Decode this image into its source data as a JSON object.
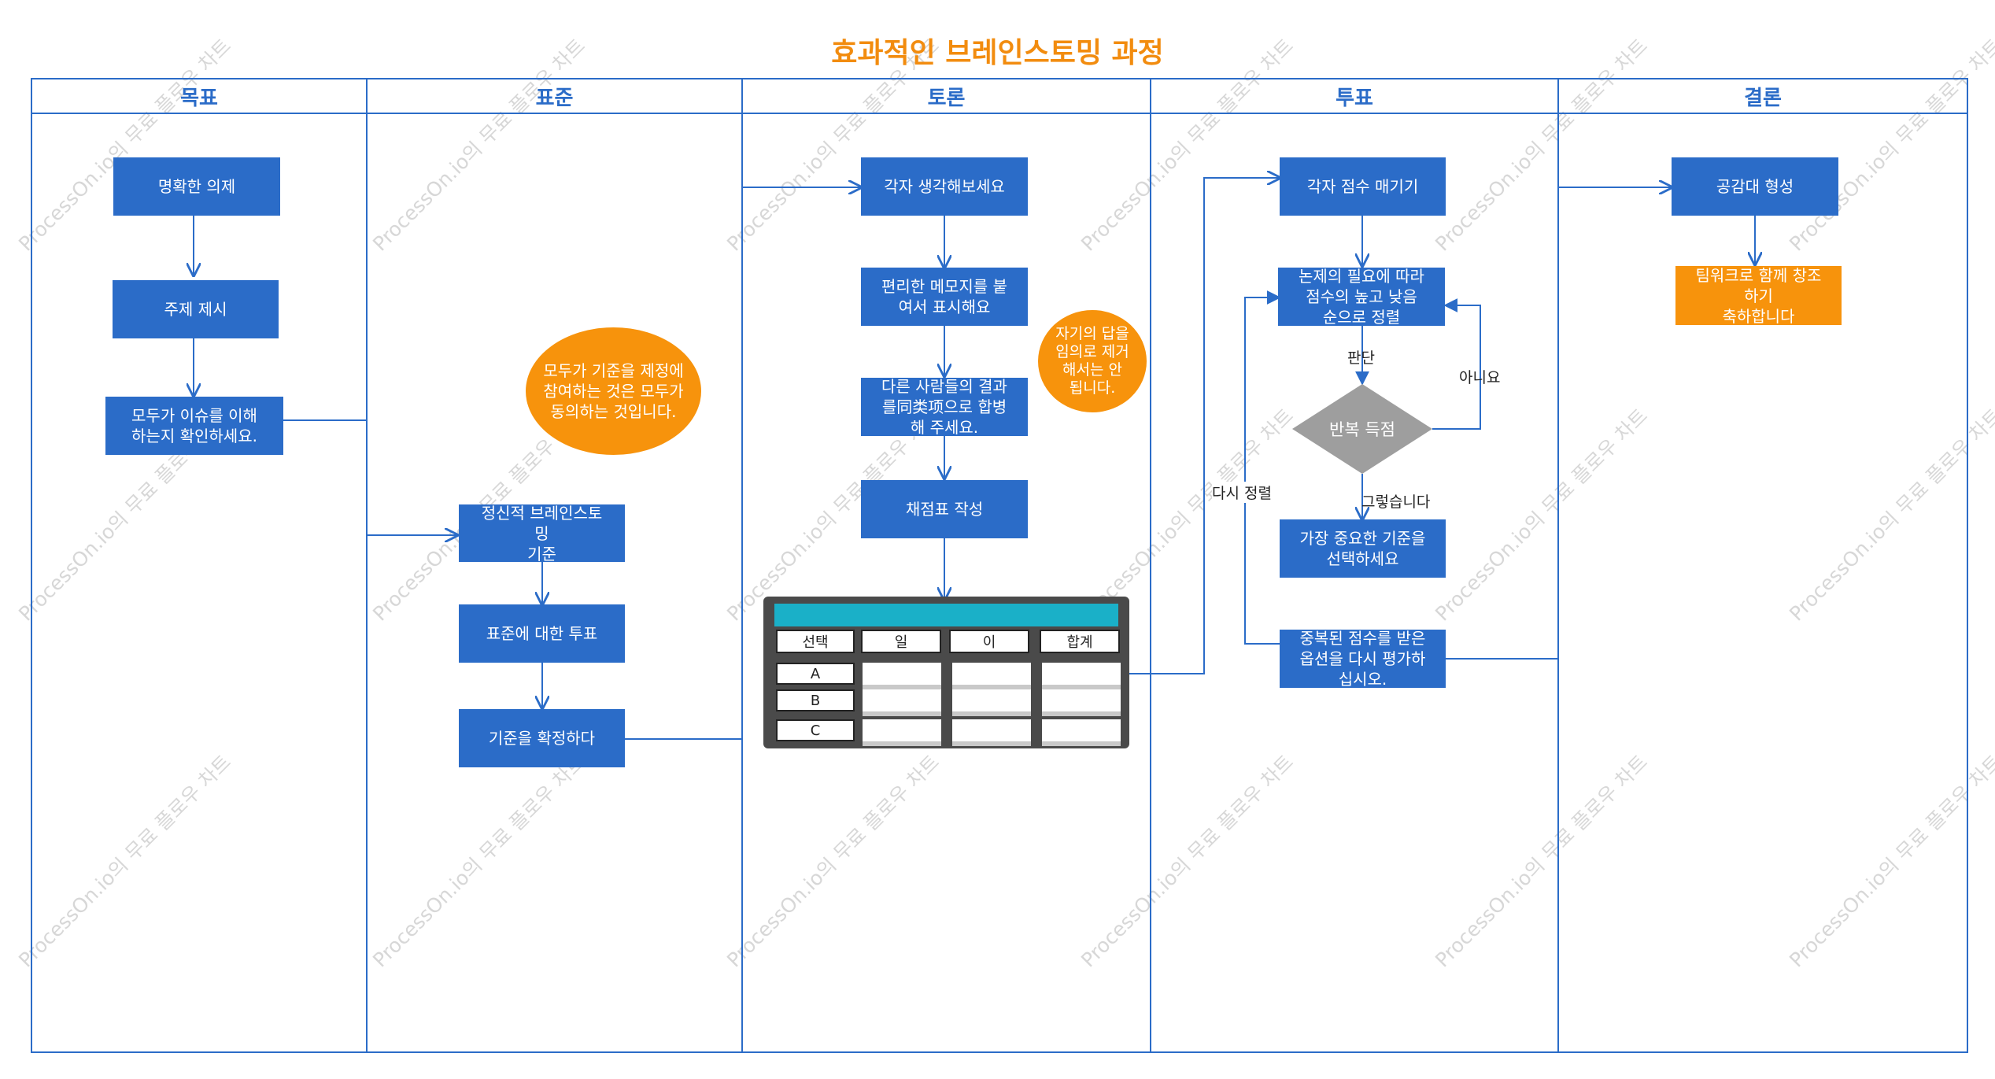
{
  "title": "효과적인 브레인스토밍 과정",
  "lanes": [
    "목표",
    "표준",
    "토론",
    "투표",
    "결론"
  ],
  "nodes": {
    "goal1": "명확한 의제",
    "goal2": "주제 제시",
    "goal3": "모두가 이슈를 이해\n하는지 확인하세요.",
    "std1": "정신적 브레인스토\n밍\n기준",
    "std2": "표준에 대한 투표",
    "std3": "기준을 확정하다",
    "std_note": "모두가 기준을 제정에\n참여하는 것은 모두가\n동의하는 것입니다.",
    "disc1": "각자 생각해보세요",
    "disc2": "편리한 메모지를 붙\n여서 표시해요",
    "disc3": "다른 사람들의 결과\n를同类项으로 합병\n해 주세요.",
    "disc4": "채점표 작성",
    "disc_note": "자기의 답을\n임의로 제거\n해서는 안\n됩니다.",
    "vote1": "각자 점수 매기기",
    "vote2": "논제의 필요에 따라\n점수의 높고 낮음\n순으로 정렬",
    "vote_diamond": "반복 득점",
    "vote3": "가장 중요한 기준을\n선택하세요",
    "vote4": "중복된 점수를 받은\n옵션을 다시 평가하\n십시오.",
    "concl1": "공감대 형성",
    "concl2": "팀워크로 함께 창조\n하기\n축하합니다"
  },
  "edge_labels": {
    "judge": "판단",
    "no": "아니요",
    "yes": "그렇습니다",
    "resort": "다시 정렬"
  },
  "score_table": {
    "headers": [
      "선택",
      "일",
      "이",
      "합계"
    ],
    "rows": [
      "A",
      "B",
      "C"
    ]
  },
  "watermark": "ProcessOn.io의 무료 플로우 차트",
  "colors": {
    "box": "#2b6cc8",
    "orange": "#f7930c",
    "title": "#f28c0f",
    "line": "#2b6cc8",
    "diamond": "#9e9e9e",
    "table_header": "#1ab0c8"
  }
}
